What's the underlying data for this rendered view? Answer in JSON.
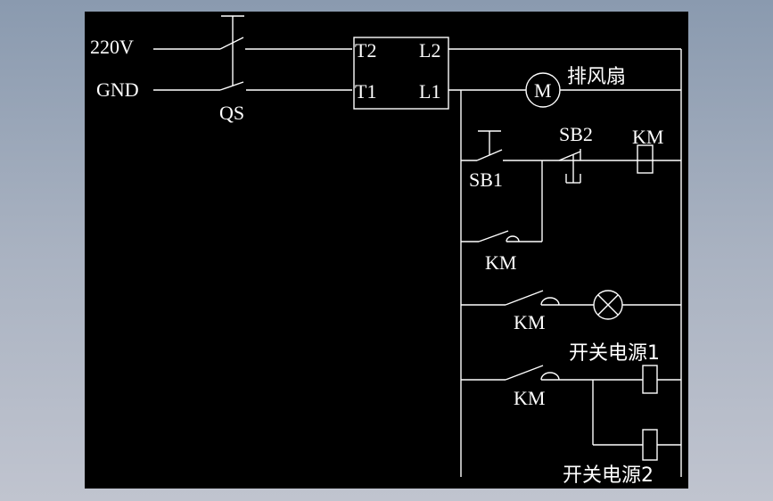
{
  "diagram": {
    "type": "electrical-schematic",
    "colors": {
      "background": "#000000",
      "lines": "#ffffff",
      "frame": "#8a9aaf"
    },
    "labels": {
      "supply_line": "220V",
      "ground_line": "GND",
      "main_switch": "QS",
      "module_t2": "T2",
      "module_t1": "T1",
      "module_l2": "L2",
      "module_l1": "L1",
      "motor_symbol": "M",
      "motor_name": "排风扇",
      "start_button": "SB1",
      "stop_button": "SB2",
      "contactor_coil": "KM",
      "km_holding_contact": "KM",
      "km_lamp_contact": "KM",
      "km_psu_contact": "KM",
      "psu1": "开关电源1",
      "psu2": "开关电源2"
    }
  }
}
